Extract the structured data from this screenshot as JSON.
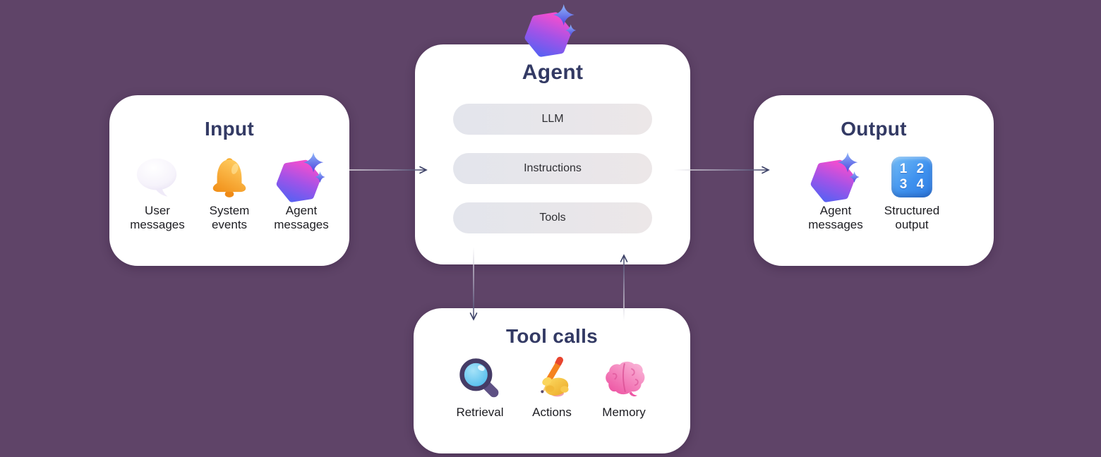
{
  "colors": {
    "background": "#5f4468",
    "card": "#ffffff",
    "title": "#333a64",
    "label": "#1d1d22",
    "arrow": "#3b4066",
    "pill_start": "#e3e5ec",
    "pill_end": "#ece7e8",
    "numbers_icon_blue": "#2f7ce2",
    "hexagon_pink": "#f052cf",
    "hexagon_blue": "#5a60f2"
  },
  "input_card": {
    "title": "Input",
    "items": [
      {
        "icon": "speech-bubble-icon",
        "label": "User messages"
      },
      {
        "icon": "bell-icon",
        "label": "System events"
      },
      {
        "icon": "agent-hexagon-icon",
        "label": "Agent messages"
      }
    ]
  },
  "agent_card": {
    "title": "Agent",
    "icon": "agent-hexagon-icon",
    "pills": [
      {
        "label": "LLM"
      },
      {
        "label": "Instructions"
      },
      {
        "label": "Tools"
      }
    ]
  },
  "output_card": {
    "title": "Output",
    "items": [
      {
        "icon": "agent-hexagon-icon",
        "label": "Agent messages"
      },
      {
        "icon": "numbers-icon",
        "label": "Structured output",
        "icon_text": {
          "row1": "1 2",
          "row2": "3 4"
        }
      }
    ]
  },
  "tool_calls_card": {
    "title": "Tool calls",
    "items": [
      {
        "icon": "magnifier-icon",
        "label": "Retrieval"
      },
      {
        "icon": "writing-hand-icon",
        "label": "Actions"
      },
      {
        "icon": "brain-icon",
        "label": "Memory"
      }
    ]
  }
}
